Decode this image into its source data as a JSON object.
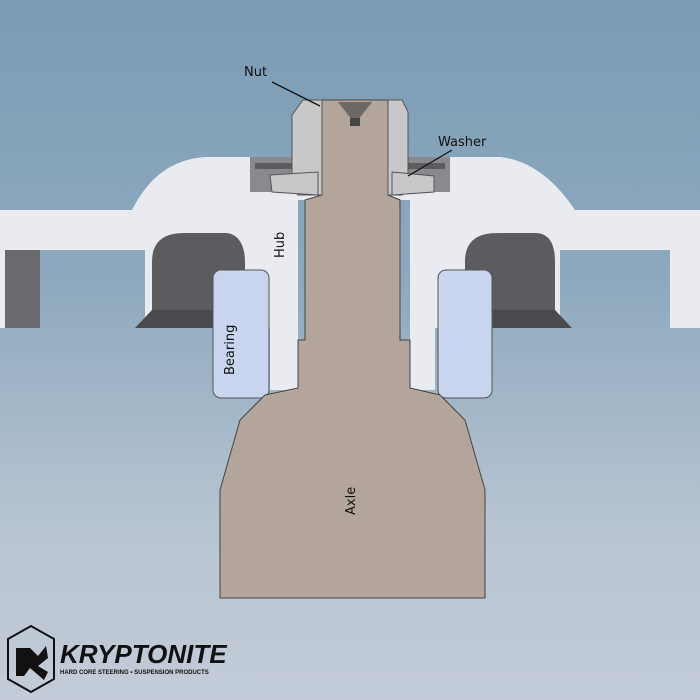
{
  "labels": {
    "nut": "Nut",
    "washer": "Washer",
    "hub": "Hub",
    "bearing": "Bearing",
    "axle": "Axle"
  },
  "logo": {
    "name": "KRYPTONITE",
    "tagline": "HARD CORE STEERING  •  SUSPENSION PRODUCTS"
  },
  "colors": {
    "hub": "#e9ebf1",
    "axle": "#b3a59c",
    "bearing": "#c9d5ef",
    "dark": "#5a5a5e"
  }
}
